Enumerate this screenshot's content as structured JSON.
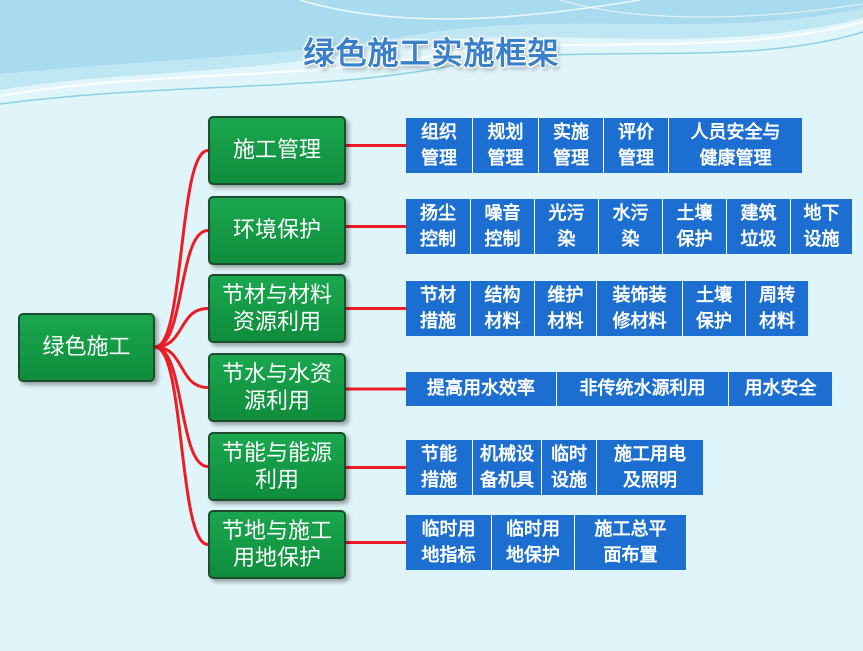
{
  "title": "绿色施工实施框架",
  "root": "绿色施工",
  "colors": {
    "background": "#dff5fa",
    "node": "#129544",
    "cell": "#1c6fd0",
    "connector": "#ee1c25"
  },
  "branches": [
    {
      "label": "施工管理",
      "items": [
        "组织\n管理",
        "规划\n管理",
        "实施\n管理",
        "评价\n管理",
        "人员安全与\n健康管理"
      ]
    },
    {
      "label": "环境保护",
      "items": [
        "扬尘\n控制",
        "噪音\n控制",
        "光污\n染",
        "水污\n染",
        "土壤\n保护",
        "建筑\n垃圾",
        "地下\n设施"
      ]
    },
    {
      "label": "节材与材料\n资源利用",
      "items": [
        "节材\n措施",
        "结构\n材料",
        "维护\n材料",
        "装饰装\n修材料",
        "土壤\n保护",
        "周转\n材料"
      ]
    },
    {
      "label": "节水与水资\n源利用",
      "items": [
        "提高用水效率",
        "非传统水源利用",
        "用水安全"
      ]
    },
    {
      "label": "节能与能源\n利用",
      "items": [
        "节能\n措施",
        "机械设\n备机具",
        "临时\n设施",
        "施工用电\n及照明"
      ]
    },
    {
      "label": "节地与施工\n用地保护",
      "items": [
        "临时用\n地指标",
        "临时用\n地保护",
        "施工总平\n面布置"
      ]
    }
  ]
}
